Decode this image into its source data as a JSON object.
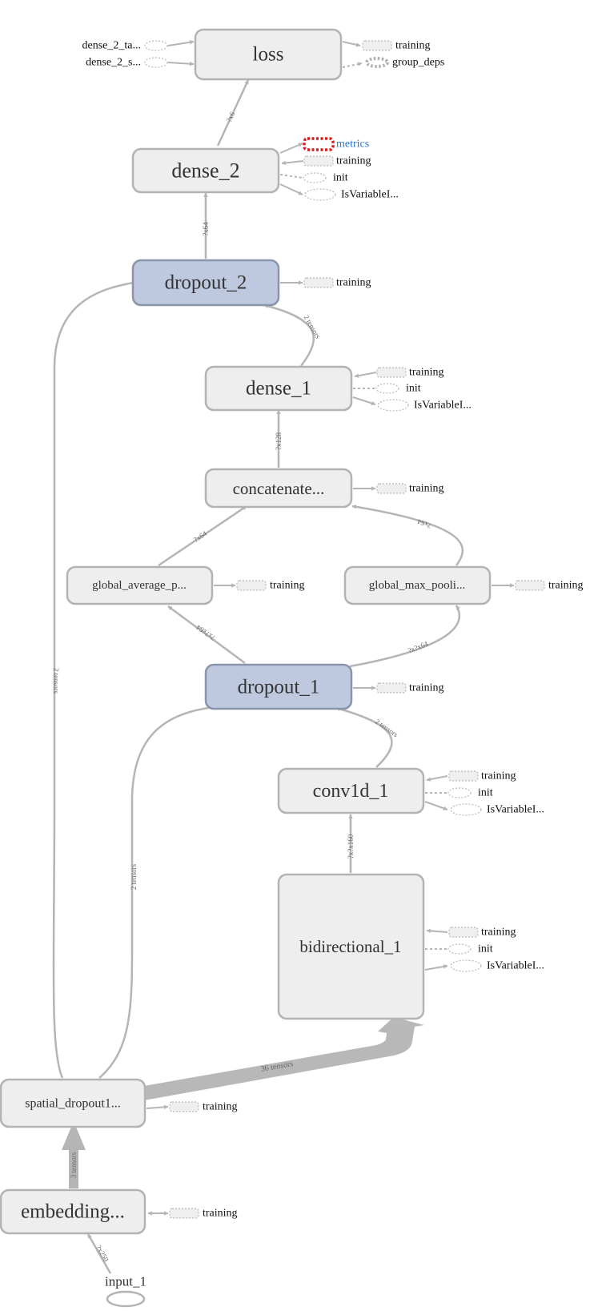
{
  "graph": {
    "nodes": {
      "loss": "loss",
      "dense_2": "dense_2",
      "dropout_2": "dropout_2",
      "dense_1": "dense_1",
      "concatenate": "concatenate...",
      "global_average": "global_average_p...",
      "global_max": "global_max_pooli...",
      "dropout_1": "dropout_1",
      "conv1d_1": "conv1d_1",
      "bidirectional_1": "bidirectional_1",
      "spatial_dropout": "spatial_dropout1...",
      "embedding": "embedding...",
      "input_1": "input_1"
    },
    "side_labels": {
      "dense_2_targets": "dense_2_ta...",
      "dense_2_sample": "dense_2_s...",
      "training": "training",
      "group_deps": "group_deps",
      "metrics": "metrics",
      "init": "init",
      "is_variable": "IsVariableI..."
    },
    "edge_labels": {
      "dense2_to_loss": "?x6",
      "dropout2_to_dense2": "?x64",
      "dense1_to_dropout2": "2 tensors",
      "concat_to_dense1": "?x128",
      "gap_to_concat": "?x64",
      "gmp_to_concat": "?x64",
      "dropout1_to_gap": "?x?x64",
      "dropout1_to_gmp": "?x?x64",
      "conv_to_dropout1": "2 tensors",
      "bidir_to_conv": "?x?x160",
      "spatial_to_dropout2": "2 tensors",
      "spatial_to_dropout1": "2 tensors",
      "spatial_to_bidir": "36 tensors",
      "embed_to_spatial": "3 tensors",
      "input_to_embed": "?x250"
    },
    "colors": {
      "node_fill": "#eeeeee",
      "node_highlight_fill": "#bec9e0",
      "edge": "#b5b5b5",
      "metrics_text": "#2a74d6",
      "metrics_node": "#e01919"
    }
  }
}
